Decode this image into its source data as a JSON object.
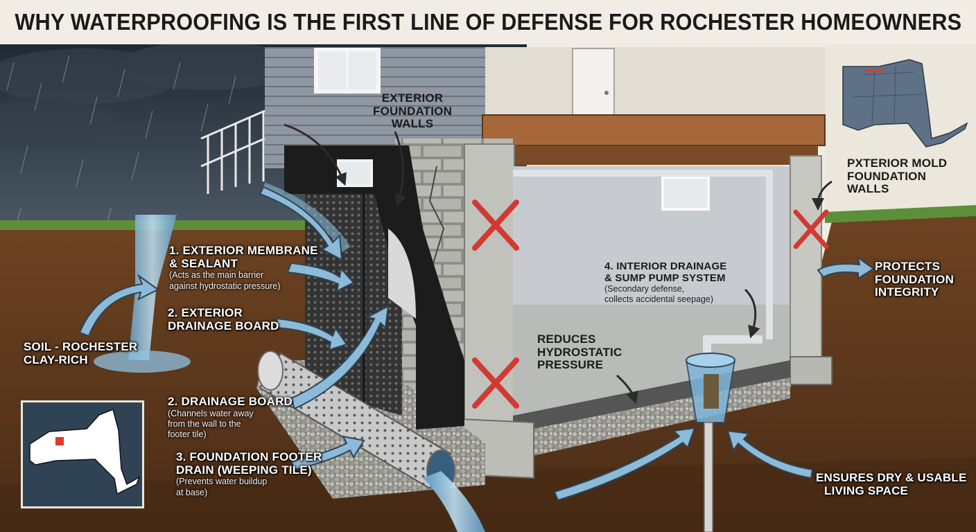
{
  "title": "WHY WATERPROOFING IS THE FIRST LINE OF DEFENSE FOR ROCHESTER HOMEOWNERS",
  "labels": {
    "exterior_foundation_walls": {
      "lines": [
        "EXTERIOR",
        "FOUNDATION",
        "WALLS"
      ]
    },
    "pxterior_mold": {
      "lines": [
        "PXTERIOR MOLD",
        "FOUNDATION",
        "WALLS"
      ]
    },
    "membrane": {
      "heading": [
        "1. EXTERIOR MEMBRANE",
        "& SEALANT"
      ],
      "detail": [
        "(Acts as the main barrier",
        "against hydrostatic pressure)"
      ]
    },
    "exterior_drainage_board": {
      "heading": [
        "2. EXTERIOR",
        "DRAINAGE BOARD"
      ]
    },
    "soil": {
      "lines": [
        "SOIL - ROCHESTER",
        "CLAY-RICH"
      ]
    },
    "drainage_board": {
      "heading": [
        "2. DRAINAGE BOARD"
      ],
      "detail": [
        "(Channels water away",
        "from the wall to the",
        "footer tile)"
      ]
    },
    "footer_drain": {
      "heading": [
        "3. FOUNDATION FOOTER",
        "DRAIN (WEEPING TILE)"
      ],
      "detail": [
        "(Prevents water buildup",
        "at base)"
      ]
    },
    "reduces_pressure": {
      "lines": [
        "REDUCES",
        "HYDROSTATIC",
        "PRESSURE"
      ]
    },
    "interior_drainage": {
      "heading": [
        "4. INTERIOR DRAINAGE",
        "& SUMP PUMP SYSTEM"
      ],
      "detail": [
        "(Secondary defense,",
        "collects accidental seepage)"
      ]
    },
    "protects_foundation": {
      "lines": [
        "PROTECTS",
        "FOUNDATION",
        "INTEGRITY"
      ]
    },
    "ensures_dry": {
      "lines": [
        "ENSURES DRY & USABLE",
        "LIVING SPACE"
      ]
    }
  },
  "icons": [
    "rain-cloud",
    "x-mark",
    "state-map",
    "location-marker",
    "arrow"
  ],
  "colors": {
    "sky": "#2c3744",
    "soil": "#7a4a28",
    "concrete": "#b9b9b2",
    "membrane": "#1c1c1c",
    "water": "#7fb6d9",
    "x_mark": "#d13a32",
    "siding": "#8e97a2",
    "map_fill": "#ffffff",
    "map_bg": "#2f4354",
    "map_marker": "#e03a2a"
  }
}
